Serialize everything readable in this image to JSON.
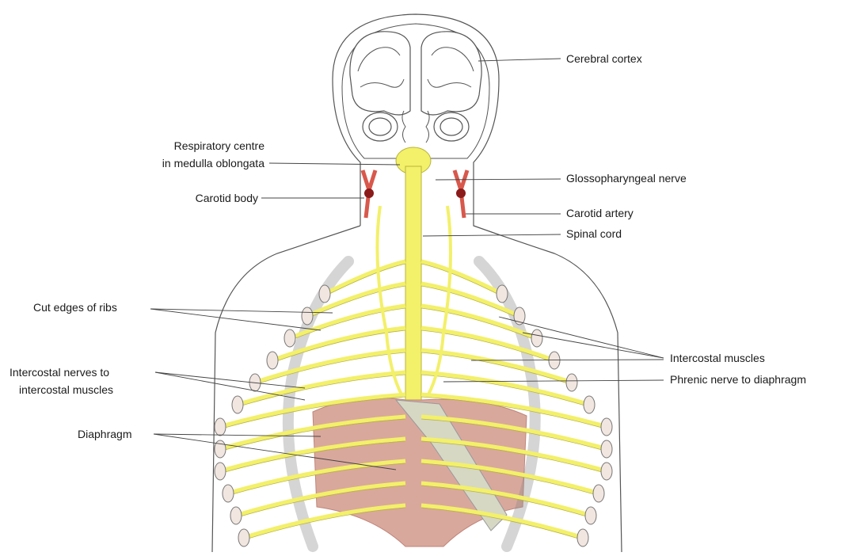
{
  "labels": {
    "cerebral_cortex": "Cerebral cortex",
    "respiratory_centre_line1": "Respiratory centre",
    "respiratory_centre_line2": "in medulla oblongata",
    "glossopharyngeal_nerve": "Glossopharyngeal nerve",
    "carotid_body": "Carotid body",
    "carotid_artery": "Carotid artery",
    "spinal_cord": "Spinal cord",
    "cut_edges_of_ribs": "Cut edges of ribs",
    "intercostal_muscles": "Intercostal muscles",
    "intercostal_nerves_line1": "Intercostal nerves to",
    "intercostal_nerves_line2": "intercostal muscles",
    "phrenic_nerve": "Phrenic nerve to diaphragm",
    "diaphragm": "Diaphragm"
  },
  "colors": {
    "outline": "#555555",
    "nerve": "#f3f06a",
    "nerve_edge": "#b8b43a",
    "muscle": "#d9a89c",
    "muscle_dark": "#c0857a",
    "artery": "#d8584c",
    "carotid_body": "#8b1a1a",
    "pleura": "#d6d8c4",
    "leader": "#444444"
  }
}
